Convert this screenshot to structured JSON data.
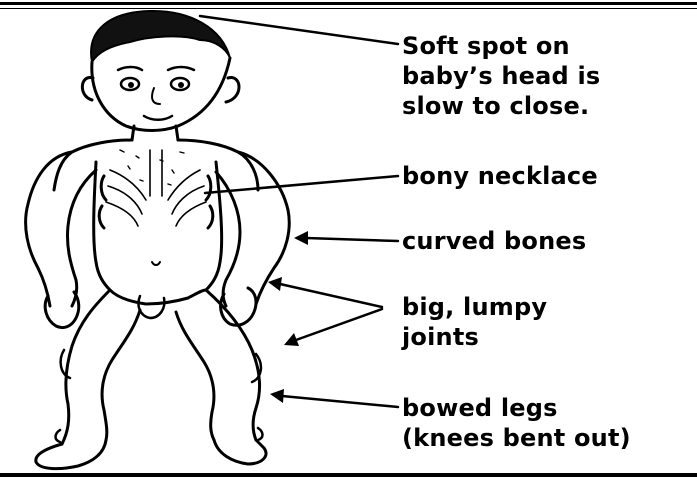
{
  "labels": {
    "soft_spot": "Soft spot on\nbaby’s head is\nslow to close.",
    "bony_necklace": "bony necklace",
    "curved_bones": "curved bones",
    "lumpy_joints": "big, lumpy\njoints",
    "bowed_legs": "bowed legs\n(knees bent out)"
  },
  "colors": {
    "ink": "#000000",
    "background": "#ffffff"
  }
}
